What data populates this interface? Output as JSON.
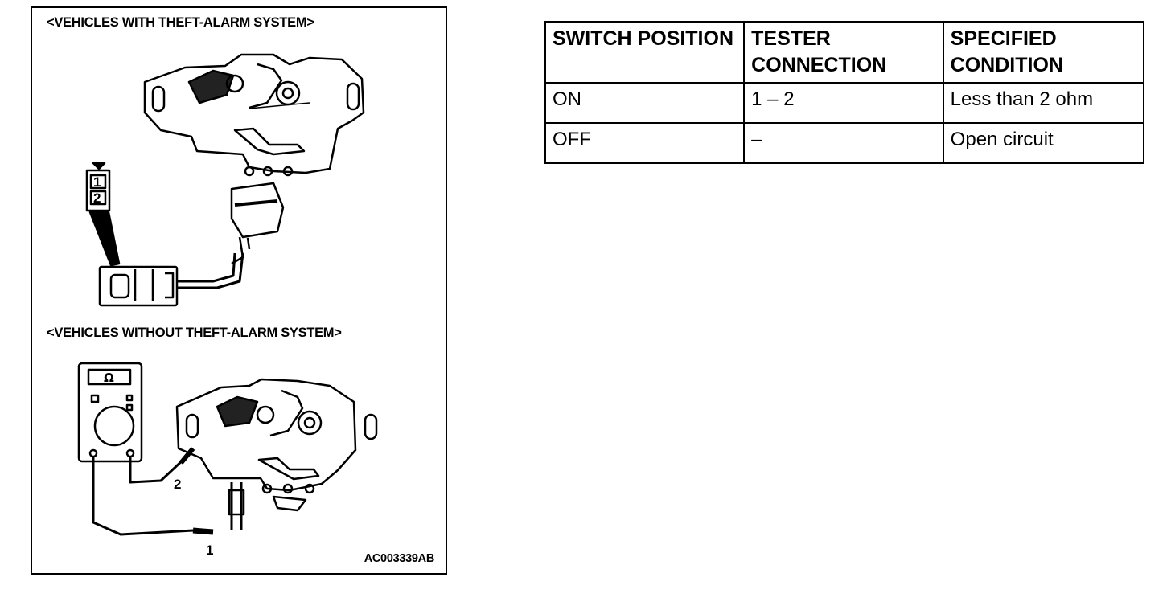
{
  "figure": {
    "title_with": "<VEHICLES WITH THEFT-ALARM SYSTEM>",
    "title_without": "<VEHICLES WITHOUT THEFT-ALARM SYSTEM>",
    "connector_pins": [
      "1",
      "2"
    ],
    "tester_symbol": "Ω",
    "callout_1": "1",
    "callout_2": "2",
    "code": "AC003339AB"
  },
  "table": {
    "headers": [
      "SWITCH POSITION",
      "TESTER CONNECTION",
      "SPECIFIED CONDITION"
    ],
    "rows": [
      [
        "ON",
        "1 – 2",
        "Less than 2 ohm"
      ],
      [
        "OFF",
        "–",
        "Open circuit"
      ]
    ]
  }
}
